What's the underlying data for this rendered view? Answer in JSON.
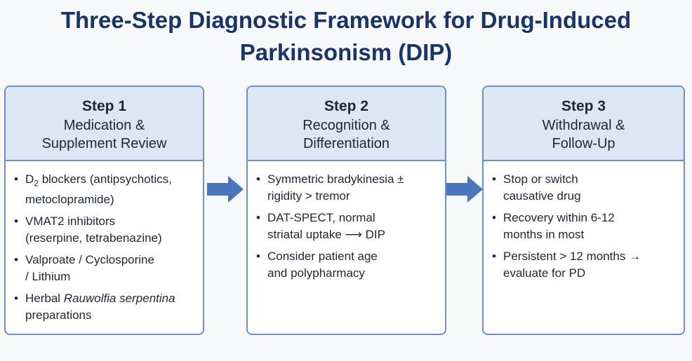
{
  "title": {
    "line1": "Three-Step Diagnostic Framework for Drug-Induced",
    "line2": "Parkinsonism (DIP)"
  },
  "colors": {
    "title": "#1a3468",
    "border": "#6f8fc6",
    "header_bg": "#dde6f4",
    "arrow": "#4a76c0"
  },
  "steps": [
    {
      "number": "Step 1",
      "name_line1": "Medication &",
      "name_line2": "Supplement Review",
      "items": [
        {
          "pre": "D",
          "sub": "2",
          "post": " blockers (antipsychotics,",
          "line2": "metoclopramide)"
        },
        {
          "line1": "VMAT2 inhibitors",
          "line2": "(reserpine, tetrabenazine)"
        },
        {
          "line1": "Valproate / Cyclosporine",
          "line2": "/ Lithium"
        },
        {
          "line1_pre": "Herbal ",
          "line1_italic": "Rauwolfia serpentina",
          "line2": "preparations"
        }
      ]
    },
    {
      "number": "Step 2",
      "name_line1": "Recognition &",
      "name_line2": "Differentiation",
      "items": [
        {
          "line1": "Symmetric bradykinesia ±",
          "line2": "rigidity > tremor"
        },
        {
          "line1": "DAT-SPECT, normal",
          "line2": "striatal uptake ⟶ DIP"
        },
        {
          "line1": "Consider patient age",
          "line2": "and polypharmacy"
        }
      ]
    },
    {
      "number": "Step 3",
      "name_line1": "Withdrawal &",
      "name_line2": "Follow-Up",
      "items": [
        {
          "line1": "Stop or switch",
          "line2": "causative drug"
        },
        {
          "line1": "Recovery within 6-12",
          "line2": "months in most"
        },
        {
          "line1": "Persistent > 12 months →",
          "line2": "evaluate for PD"
        }
      ]
    }
  ]
}
